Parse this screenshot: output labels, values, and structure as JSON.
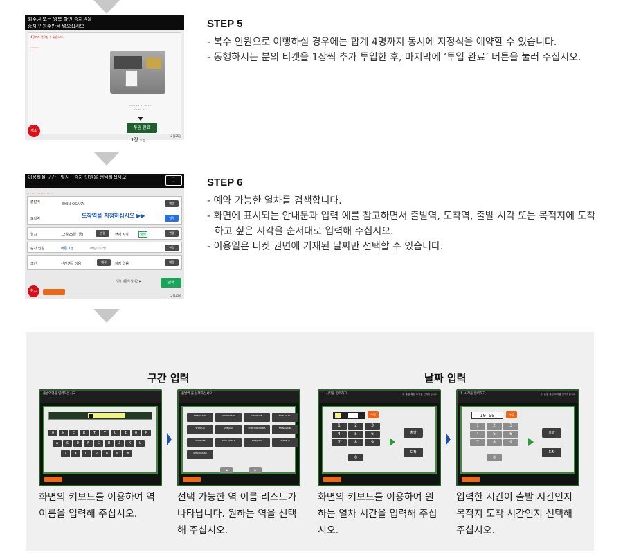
{
  "step5": {
    "title": "STEP 5",
    "bullets": [
      "- 복수 인원으로 여행하실 경우에는 합계 4명까지 동시에 지정석을 예약할 수 있습니다.",
      "- 동행하시는 분의 티켓을 1장씩 추가 투입한 후, 마지막에 ‘투입 완료’ 버튼을 눌러 주십시오."
    ],
    "screen": {
      "header_line1": "회수권 또는 왕복 할인 승차권을",
      "header_line2": "승차 인원수만큼 넣으십시오",
      "red_note": "4장까지 넣으실 수 있습니다.",
      "done_button": "투입 완료",
      "count": "1장",
      "count_suffix": "투입",
      "cancel": "취소",
      "date": "12월25일"
    }
  },
  "step6": {
    "title": "STEP 6",
    "bullets": [
      "- 예약 가능한 열차를 검색합니다.",
      "- 화면에 표시되는 안내문과 입력 예를 참고하면서 출발역, 도착역, 출발 시각 또는 목적지에 도착하고 싶은 시각을 순서대로 입력해 주십시오.",
      "- 이용일은 티켓 권면에 기재된 날짜만 선택할 수 있습니다."
    ],
    "screen": {
      "header": "이용하실 구간 · 일시 · 승차 인원을 선택하십시오",
      "departure_label": "출발역",
      "departure_station": "SHIN-OSAKA",
      "arrival_label": "도착역",
      "arrival_prompt": "도착역을 지정하십시오 ▶▶",
      "date_label": "일시",
      "date_value": "12월25일 (금)",
      "time_label": "현재 시각",
      "depart_tag": "출발",
      "passengers_label": "승차 인원",
      "passengers_value": "어른 1명",
      "child_value": "어린이 0명",
      "condition_label": "조건",
      "condition_value": "신칸센을 이용",
      "seat_value": "지정 없음",
      "change_button": "변경",
      "input_button": "입력",
      "search_button": "검색",
      "confirm_text": "위의 내용이 맞다면 ▶",
      "cancel": "취소",
      "date": "12월25일"
    }
  },
  "comparison": {
    "section_route": "구간 입력",
    "section_date": "날짜 입력",
    "cards": [
      {
        "header": "출발역명을 입력하십시오",
        "caption": "화면의 키보드를 이용하여 역 이름을 입력해 주십시오."
      },
      {
        "header": "출발역 을 선택하십시오",
        "caption": "선택 가능한 역 이름 리스트가 나타납니다. 원하는 역을 선택해 주십시오."
      },
      {
        "header": "1. 시각을 입력하고,",
        "header_right": "2. 출발 혹은 도착을 선택하십시오",
        "caption": "화면의 키보드를 이용하여 원하는 열차 시간을 입력해 주십시오."
      },
      {
        "header": "1. 시각을 입력하고,",
        "header_right": "2. 출발 혹은 도착을 선택하십시오",
        "caption": "입력한 시간이 출발 시간인지 목적지 도착 시간인지 선택해 주십시오."
      }
    ],
    "keyboard_rows": [
      [
        "Q",
        "W",
        "E",
        "R",
        "T",
        "Y",
        "U",
        "I",
        "O",
        "P"
      ],
      [
        "A",
        "S",
        "D",
        "F",
        "G",
        "H",
        "J",
        "K",
        "L"
      ],
      [
        "Z",
        "X",
        "C",
        "V",
        "B",
        "N",
        "M"
      ]
    ],
    "station_keys": [
      "SHINAGAWA",
      "SHINKANSEN",
      "SHINKOBE",
      "SHIN-OSAKA",
      "SHINFUJI",
      "SHINJUKU",
      "SHIN-YOKOHAMA",
      "SHINAGAWA",
      "SHINKOBE",
      "SHIN-OSAKA",
      "SHINJUKU",
      "SHINFUJI",
      "SHIN-OMURA"
    ],
    "numpad": [
      "1",
      "2",
      "3",
      "4",
      "5",
      "6",
      "7",
      "8",
      "9",
      "0"
    ],
    "time_value": "10 00",
    "depart_button": "출발",
    "arrive_button": "도착",
    "correct_button": "수정"
  },
  "colors": {
    "accent_green": "#2a9a3a",
    "accent_blue": "#2050a8",
    "cancel_red": "#d8101a",
    "box_gray": "#f0f0f0"
  }
}
